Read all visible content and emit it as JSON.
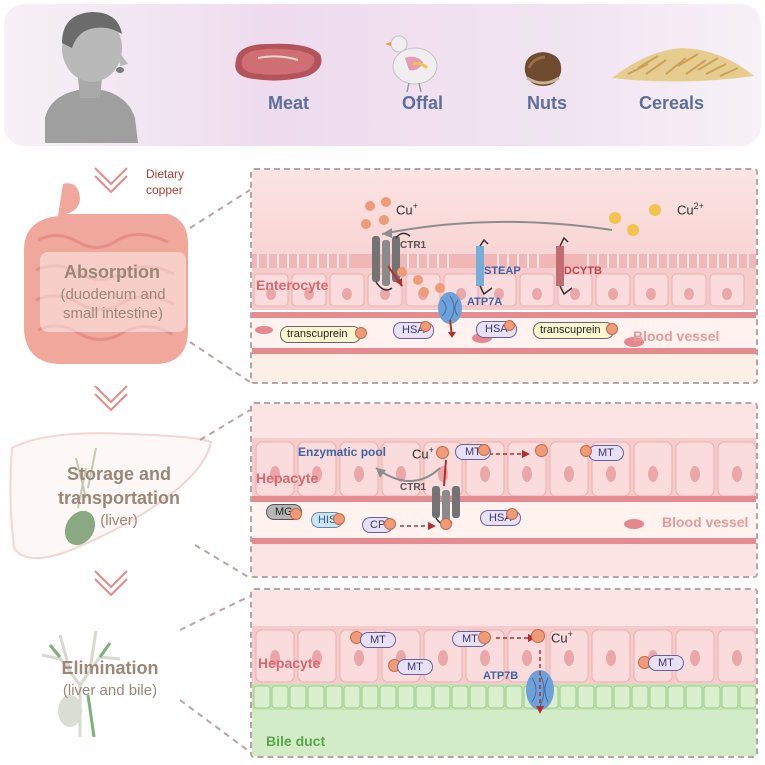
{
  "foods": {
    "meat": "Meat",
    "offal": "Offal",
    "nuts": "Nuts",
    "cereals": "Cereals"
  },
  "dietary_copper": [
    "Dietary",
    "copper"
  ],
  "stages": {
    "absorption": {
      "title": "Absorption",
      "sub": [
        "(duodenum and",
        "small intestine)"
      ]
    },
    "storage": {
      "title": [
        "Storage and",
        "transportation"
      ],
      "sub": "(liver)"
    },
    "elimination": {
      "title": "Elimination",
      "sub": "(liver and bile)"
    }
  },
  "panel1": {
    "cu_plus": "Cu",
    "cu_plus_sup": "+",
    "cu_2plus": "Cu",
    "cu_2plus_sup": "2+",
    "ctr1": "CTR1",
    "steap": "STEAP",
    "dcytb": "DCYTB",
    "enterocyte": "Enterocyte",
    "atp7a": "ATP7A",
    "transcuprein": "transcuprein",
    "hsa": "HSA",
    "blood_vessel": "Blood vessel"
  },
  "panel2": {
    "enzymatic_pool": "Enzymatic pool",
    "cu_plus": "Cu",
    "cu_plus_sup": "+",
    "mt": "MT",
    "hepacyte": "Hepacyte",
    "ctr1": "CTR1",
    "mg": "MG",
    "his": "HIS",
    "cp": "CP",
    "hsa": "HSA",
    "blood_vessel": "Blood vessel"
  },
  "panel3": {
    "mt": "MT",
    "cu_plus": "Cu",
    "cu_plus_sup": "+",
    "hepacyte": "Hepacyte",
    "atp7b": "ATP7B",
    "bile_duct": "Bile duct"
  },
  "colors": {
    "food_label": "#5b6f9a",
    "stage_text": "#9c8676",
    "cell_label": "#d9676e",
    "blue_label": "#3f63a8",
    "copper": "#ef9b78",
    "cu2": "#f3c34d",
    "chevron": "#e98a86",
    "bile_green": "#a7d79a"
  }
}
